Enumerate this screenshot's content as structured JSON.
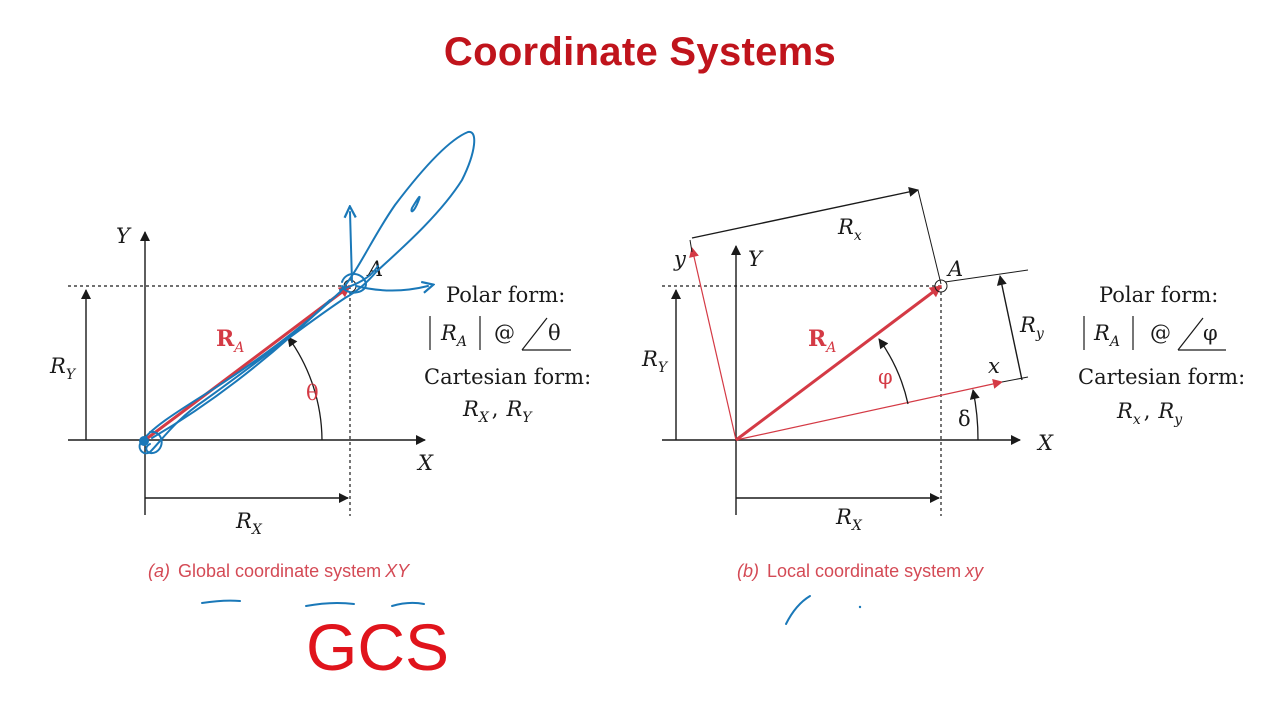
{
  "title": "Coordinate Systems",
  "colors": {
    "title": "#c0141c",
    "vector": "#d43a45",
    "caption": "#d44a55",
    "annotation_blue": "#1a78b8",
    "ink": "#1a1a1a"
  },
  "panel_a": {
    "axis_x": "X",
    "axis_y": "Y",
    "point": "A",
    "vector_main": "R",
    "vector_sub": "A",
    "angle": "θ",
    "rx_main": "R",
    "rx_sub": "X",
    "ry_main": "R",
    "ry_sub": "Y",
    "polar_heading": "Polar form:",
    "polar_mag_main": "R",
    "polar_mag_sub": "A",
    "polar_at": "@",
    "polar_angle": "θ",
    "cart_heading": "Cartesian form:",
    "cart_1_main": "R",
    "cart_1_sub": "X",
    "cart_sep": ",",
    "cart_2_main": "R",
    "cart_2_sub": "Y",
    "caption_letter": "(a)",
    "caption_text": "Global coordinate system",
    "caption_sym": "XY"
  },
  "panel_b": {
    "axis_x": "X",
    "axis_y": "Y",
    "local_x": "x",
    "local_y": "y",
    "point": "A",
    "vector_main": "R",
    "vector_sub": "A",
    "angle_phi": "φ",
    "angle_delta": "δ",
    "rx_main": "R",
    "rx_sub": "X",
    "ry_main": "R",
    "ry_sub": "Y",
    "local_rx_main": "R",
    "local_rx_sub": "x",
    "local_ry_main": "R",
    "local_ry_sub": "y",
    "polar_heading": "Polar form:",
    "polar_mag_main": "R",
    "polar_mag_sub": "A",
    "polar_at": "@",
    "polar_angle": "φ",
    "cart_heading": "Cartesian form:",
    "cart_1_main": "R",
    "cart_1_sub": "x",
    "cart_sep": ",",
    "cart_2_main": "R",
    "cart_2_sub": "y",
    "caption_letter": "(b)",
    "caption_text": "Local coordinate system",
    "caption_sym": "xy"
  },
  "handwritten": {
    "text": "GCS",
    "color": "#e0141c"
  }
}
